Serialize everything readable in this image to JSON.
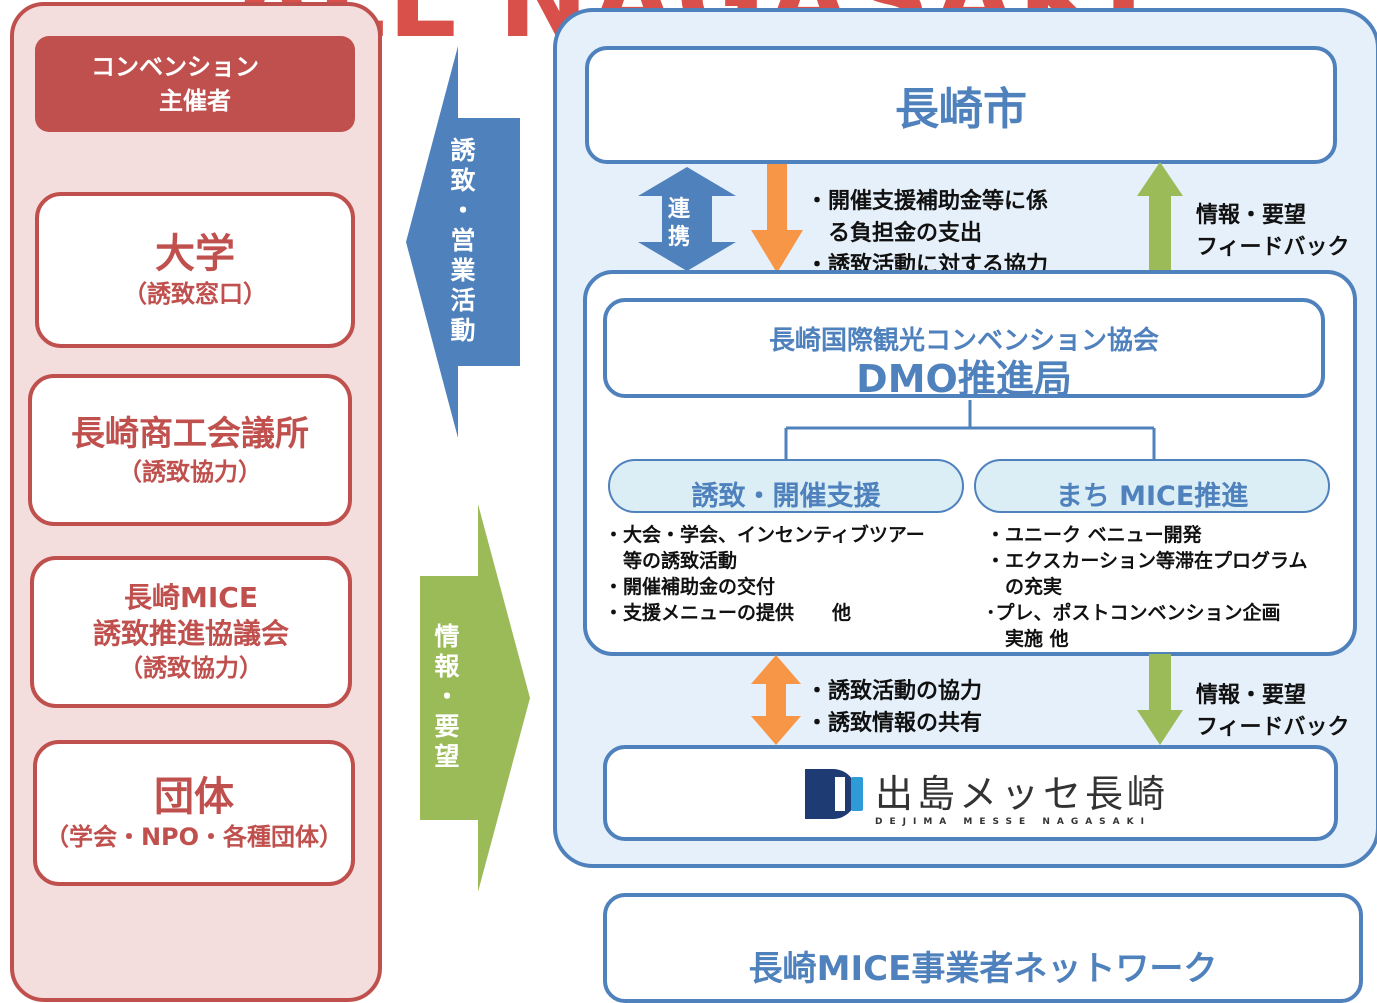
{
  "banner": {
    "title": "ALL NAGASAKI"
  },
  "left": {
    "header": {
      "line1": "コンベンション",
      "line2": "主催者"
    },
    "boxes": [
      {
        "main": "大学",
        "sub": "（誘致窓口）"
      },
      {
        "main": "長崎商工会議所",
        "sub": "（誘致協力）"
      },
      {
        "main_line1": "長崎MICE",
        "main_line2": "誘致推進協議会",
        "sub": "（誘致協力）"
      },
      {
        "main": "団体",
        "sub": "（学会・NPO・各種団体）"
      }
    ]
  },
  "arrows": {
    "sales": {
      "chars": [
        "誘",
        "致",
        "・",
        "営",
        "業",
        "活",
        "動"
      ]
    },
    "info": {
      "chars": [
        "情",
        "報",
        "・",
        "要",
        "望"
      ]
    },
    "cooperation": {
      "chars": [
        "連",
        "携"
      ]
    }
  },
  "city": {
    "label": "長崎市"
  },
  "city_flow": {
    "items": [
      "・開催支援補助金等に係",
      "　る負担金の支出",
      "・誘致活動に対する協力"
    ],
    "feedback_line1": "情報・要望",
    "feedback_line2": "フィードバック"
  },
  "dmo": {
    "title_line1": "長崎国際観光コンベンション協会",
    "title_line2": "DMO推進局",
    "dept_left": {
      "label": "誘致・開催支援",
      "tasks": [
        "・大会・学会、インセンティブツアー",
        "　等の誘致活動",
        "・開催補助金の交付",
        "・支援メニューの提供　　他"
      ]
    },
    "dept_right": {
      "label": "まち MICE推進",
      "tasks": [
        "・ユニーク ベニュー開発",
        "・エクスカーション等滞在プログラム",
        "　の充実",
        "･プレ、ポストコンベンション企画",
        "　実施 他"
      ]
    }
  },
  "dejima_flow": {
    "items": [
      "・誘致活動の協力",
      "・誘致情報の共有"
    ],
    "feedback_line1": "情報・要望",
    "feedback_line2": "フィードバック"
  },
  "dejima": {
    "name": "出島メッセ長崎",
    "name_en": "DEJIMA MESSE NAGASAKI"
  },
  "network": {
    "label": "長崎MICE事業者ネットワーク"
  },
  "colors": {
    "red": "#c0504d",
    "red_bg": "#f3dedd",
    "blue": "#4f81bd",
    "blue_bg": "#e5f0fa",
    "orange": "#f79646",
    "green": "#9bbb59"
  }
}
